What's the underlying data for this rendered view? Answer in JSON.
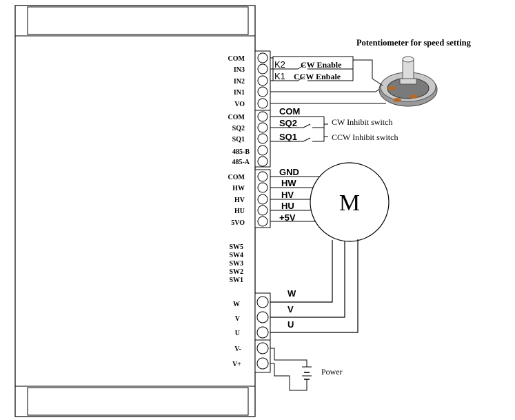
{
  "title": "Potentiometer for speed setting",
  "controller_pins": {
    "group1": [
      "COM",
      "IN3",
      "IN2",
      "IN1",
      "VO"
    ],
    "group2": [
      "COM",
      "SQ2",
      "SQ1",
      "485-B",
      "485-A"
    ],
    "group3": [
      "COM",
      "HW",
      "HV",
      "HU",
      "5VO"
    ],
    "switches": [
      "SW5",
      "SW4",
      "SW3",
      "SW2",
      "SW1"
    ],
    "power": [
      "W",
      "V",
      "U",
      "V-",
      "V+"
    ]
  },
  "enable_labels": {
    "k2": "K2",
    "k2_text": "CW Enable",
    "k1": "K1",
    "k1_text": "CCW Enbale"
  },
  "inhibit": {
    "com": "COM",
    "sq2": "SQ2",
    "sq2_text": "CW Inhibit switch",
    "sq1": "SQ1",
    "sq1_text": "CCW Inhibit switch"
  },
  "hall": [
    "GND",
    "HW",
    "HV",
    "HU",
    "+5V"
  ],
  "motor_label": "M",
  "phases": [
    "W",
    "V",
    "U"
  ],
  "power_label": "Power"
}
